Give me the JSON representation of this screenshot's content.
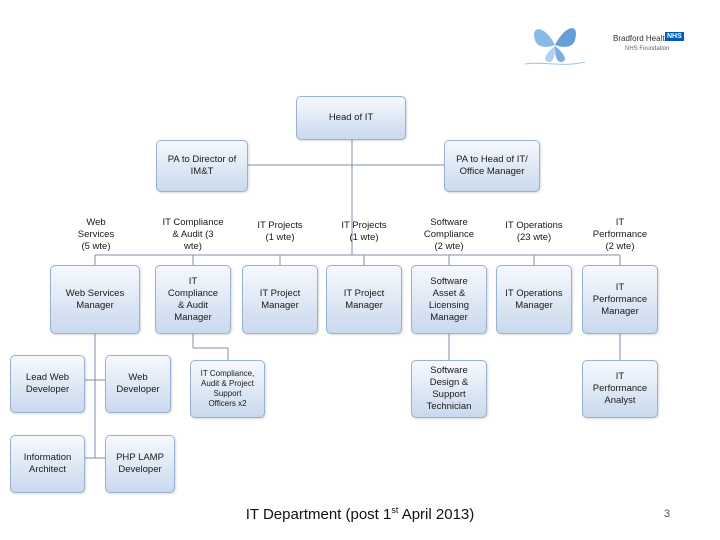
{
  "logo": {
    "org": "Bradford Healthcare",
    "nhs": "NHS",
    "sub": "NHS Foundation"
  },
  "nodes": {
    "head": "Head of IT",
    "pa_director": "PA to Director of\nIM&T",
    "pa_head": "PA to Head of IT/\nOffice Manager",
    "web_services": "Web\nServices\n(5 wte)",
    "compliance": "IT Compliance\n& Audit (3\nwte)",
    "projects1": "IT Projects\n(1 wte)",
    "projects2": "IT Projects\n(1 wte)",
    "sw_compliance": "Software\nCompliance\n(2 wte)",
    "operations": "IT Operations\n(23 wte)",
    "performance": "IT\nPerformance\n(2 wte)",
    "ws_manager": "Web Services\nManager",
    "comp_manager": "IT\nCompliance\n& Audit\nManager",
    "proj_manager1": "IT Project\nManager",
    "proj_manager2": "IT Project\nManager",
    "sw_asset": "Software\nAsset &\nLicensing\nManager",
    "ops_manager": "IT Operations\nManager",
    "perf_manager": "IT\nPerformance\nManager",
    "lead_web": "Lead Web\nDeveloper",
    "web_dev": "Web\nDeveloper",
    "comp_support": "IT Compliance,\nAudit & Project\nSupport\nOfficers x2",
    "sw_design": "Software\nDesign &\nSupport\nTechnician",
    "perf_analyst": "IT\nPerformance\nAnalyst",
    "info_architect": "Information\nArchitect",
    "php_dev": "PHP LAMP\nDeveloper"
  },
  "footer": {
    "title_pre": "IT Department (post 1",
    "title_sup": "st",
    "title_post": " April 2013)",
    "page_number": "3"
  }
}
